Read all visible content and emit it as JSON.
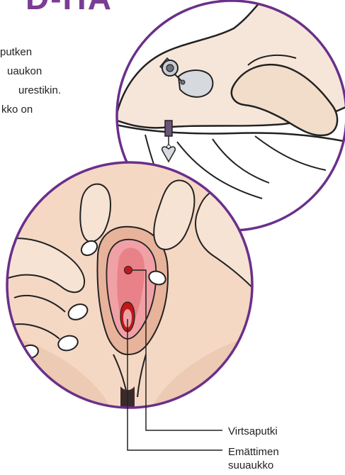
{
  "header": {
    "title_fragment": "D-HA"
  },
  "body_text": {
    "lines": [
      "putken",
      "uaukon",
      "urestikin.",
      "kko on"
    ]
  },
  "labels": {
    "urethra": "Virtsaputki",
    "vaginal_opening_line1": "Emättimen",
    "vaginal_opening_line2": "suuaukko"
  },
  "colors": {
    "accent": "#7a3d94",
    "skin": "#f4d8c4",
    "skin_shadow": "#e3b79f",
    "mucosa": "#e78a90",
    "marker": "#c01818"
  }
}
